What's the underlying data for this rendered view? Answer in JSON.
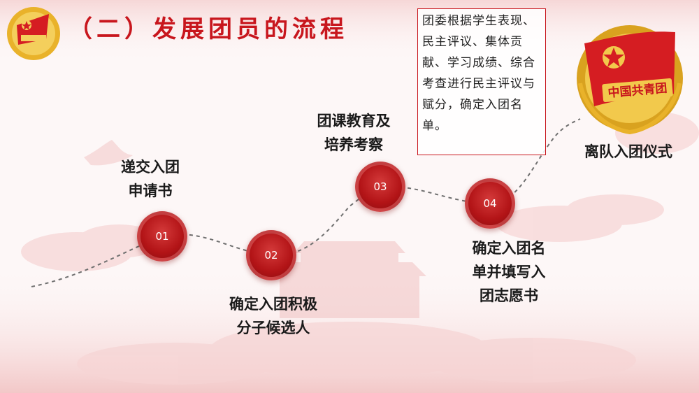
{
  "title": "（二）发展团员的流程",
  "steps": [
    {
      "num": "01",
      "label_l1": "递交入团",
      "label_l2": "申请书"
    },
    {
      "num": "02",
      "label_l1": "确定入团积极",
      "label_l2": "分子候选人"
    },
    {
      "num": "03",
      "label_l1": "团课教育及",
      "label_l2": "培养考察"
    },
    {
      "num": "04",
      "label_l1": "确定入团名",
      "label_l2": "单并填写入",
      "label_l3": "团志愿书"
    }
  ],
  "final_step": "离队入团仪式",
  "note_text": "团委根据学生表现、民主评议、集体贡献、学习成绩、综合考查进行民主评议与赋分，确定入团名单。",
  "badge_text": "中国共青团",
  "colors": {
    "accent": "#c8161d",
    "gold": "#e9b22a"
  }
}
